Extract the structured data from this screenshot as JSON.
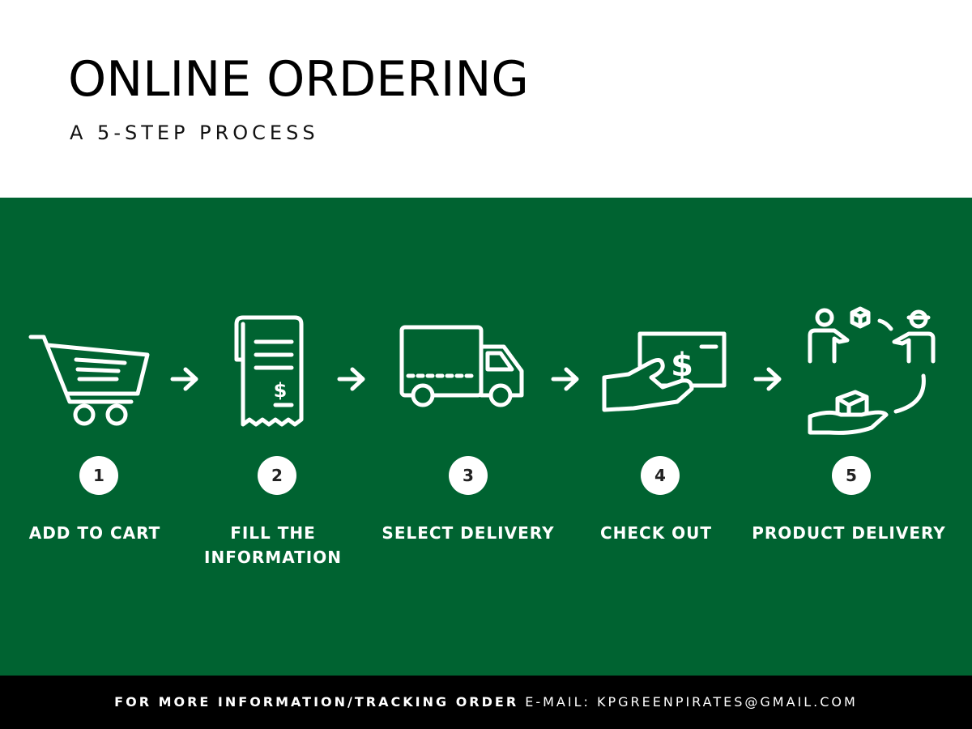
{
  "header": {
    "title": "ONLINE ORDERING",
    "subtitle": "A 5-STEP PROCESS"
  },
  "colors": {
    "band": "#006331",
    "footer": "#000000",
    "icon": "#ffffff"
  },
  "steps": [
    {
      "number": "1",
      "label": "ADD TO CART",
      "icon": "shopping-cart-icon"
    },
    {
      "number": "2",
      "label_line1": "FILL THE",
      "label_line2": "INFORMATION",
      "icon": "receipt-icon"
    },
    {
      "number": "3",
      "label": "SELECT DELIVERY",
      "icon": "delivery-truck-icon"
    },
    {
      "number": "4",
      "label": "CHECK OUT",
      "icon": "payment-hand-icon"
    },
    {
      "number": "5",
      "label": "PRODUCT DELIVERY",
      "icon": "handover-package-icon"
    }
  ],
  "footer": {
    "bold_text": "FOR MORE INFORMATION/TRACKING ORDER",
    "email_text": " E-MAIL: KPGREENPIRATES@GMAIL.COM"
  }
}
